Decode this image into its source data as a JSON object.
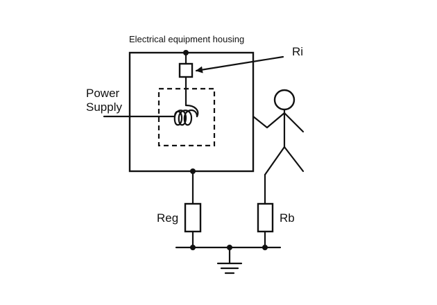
{
  "labels": {
    "housing": "Electrical equipment housing",
    "ri": "Ri",
    "power_line1": "Power",
    "power_line2": "Supply",
    "reg": "Reg",
    "rb": "Rb"
  },
  "colors": {
    "stroke": "#111111",
    "background": "#ffffff"
  },
  "icons": {
    "ground": "ground-symbol-icon",
    "person": "stick-figure-icon",
    "coil": "coil-inductor-icon"
  }
}
